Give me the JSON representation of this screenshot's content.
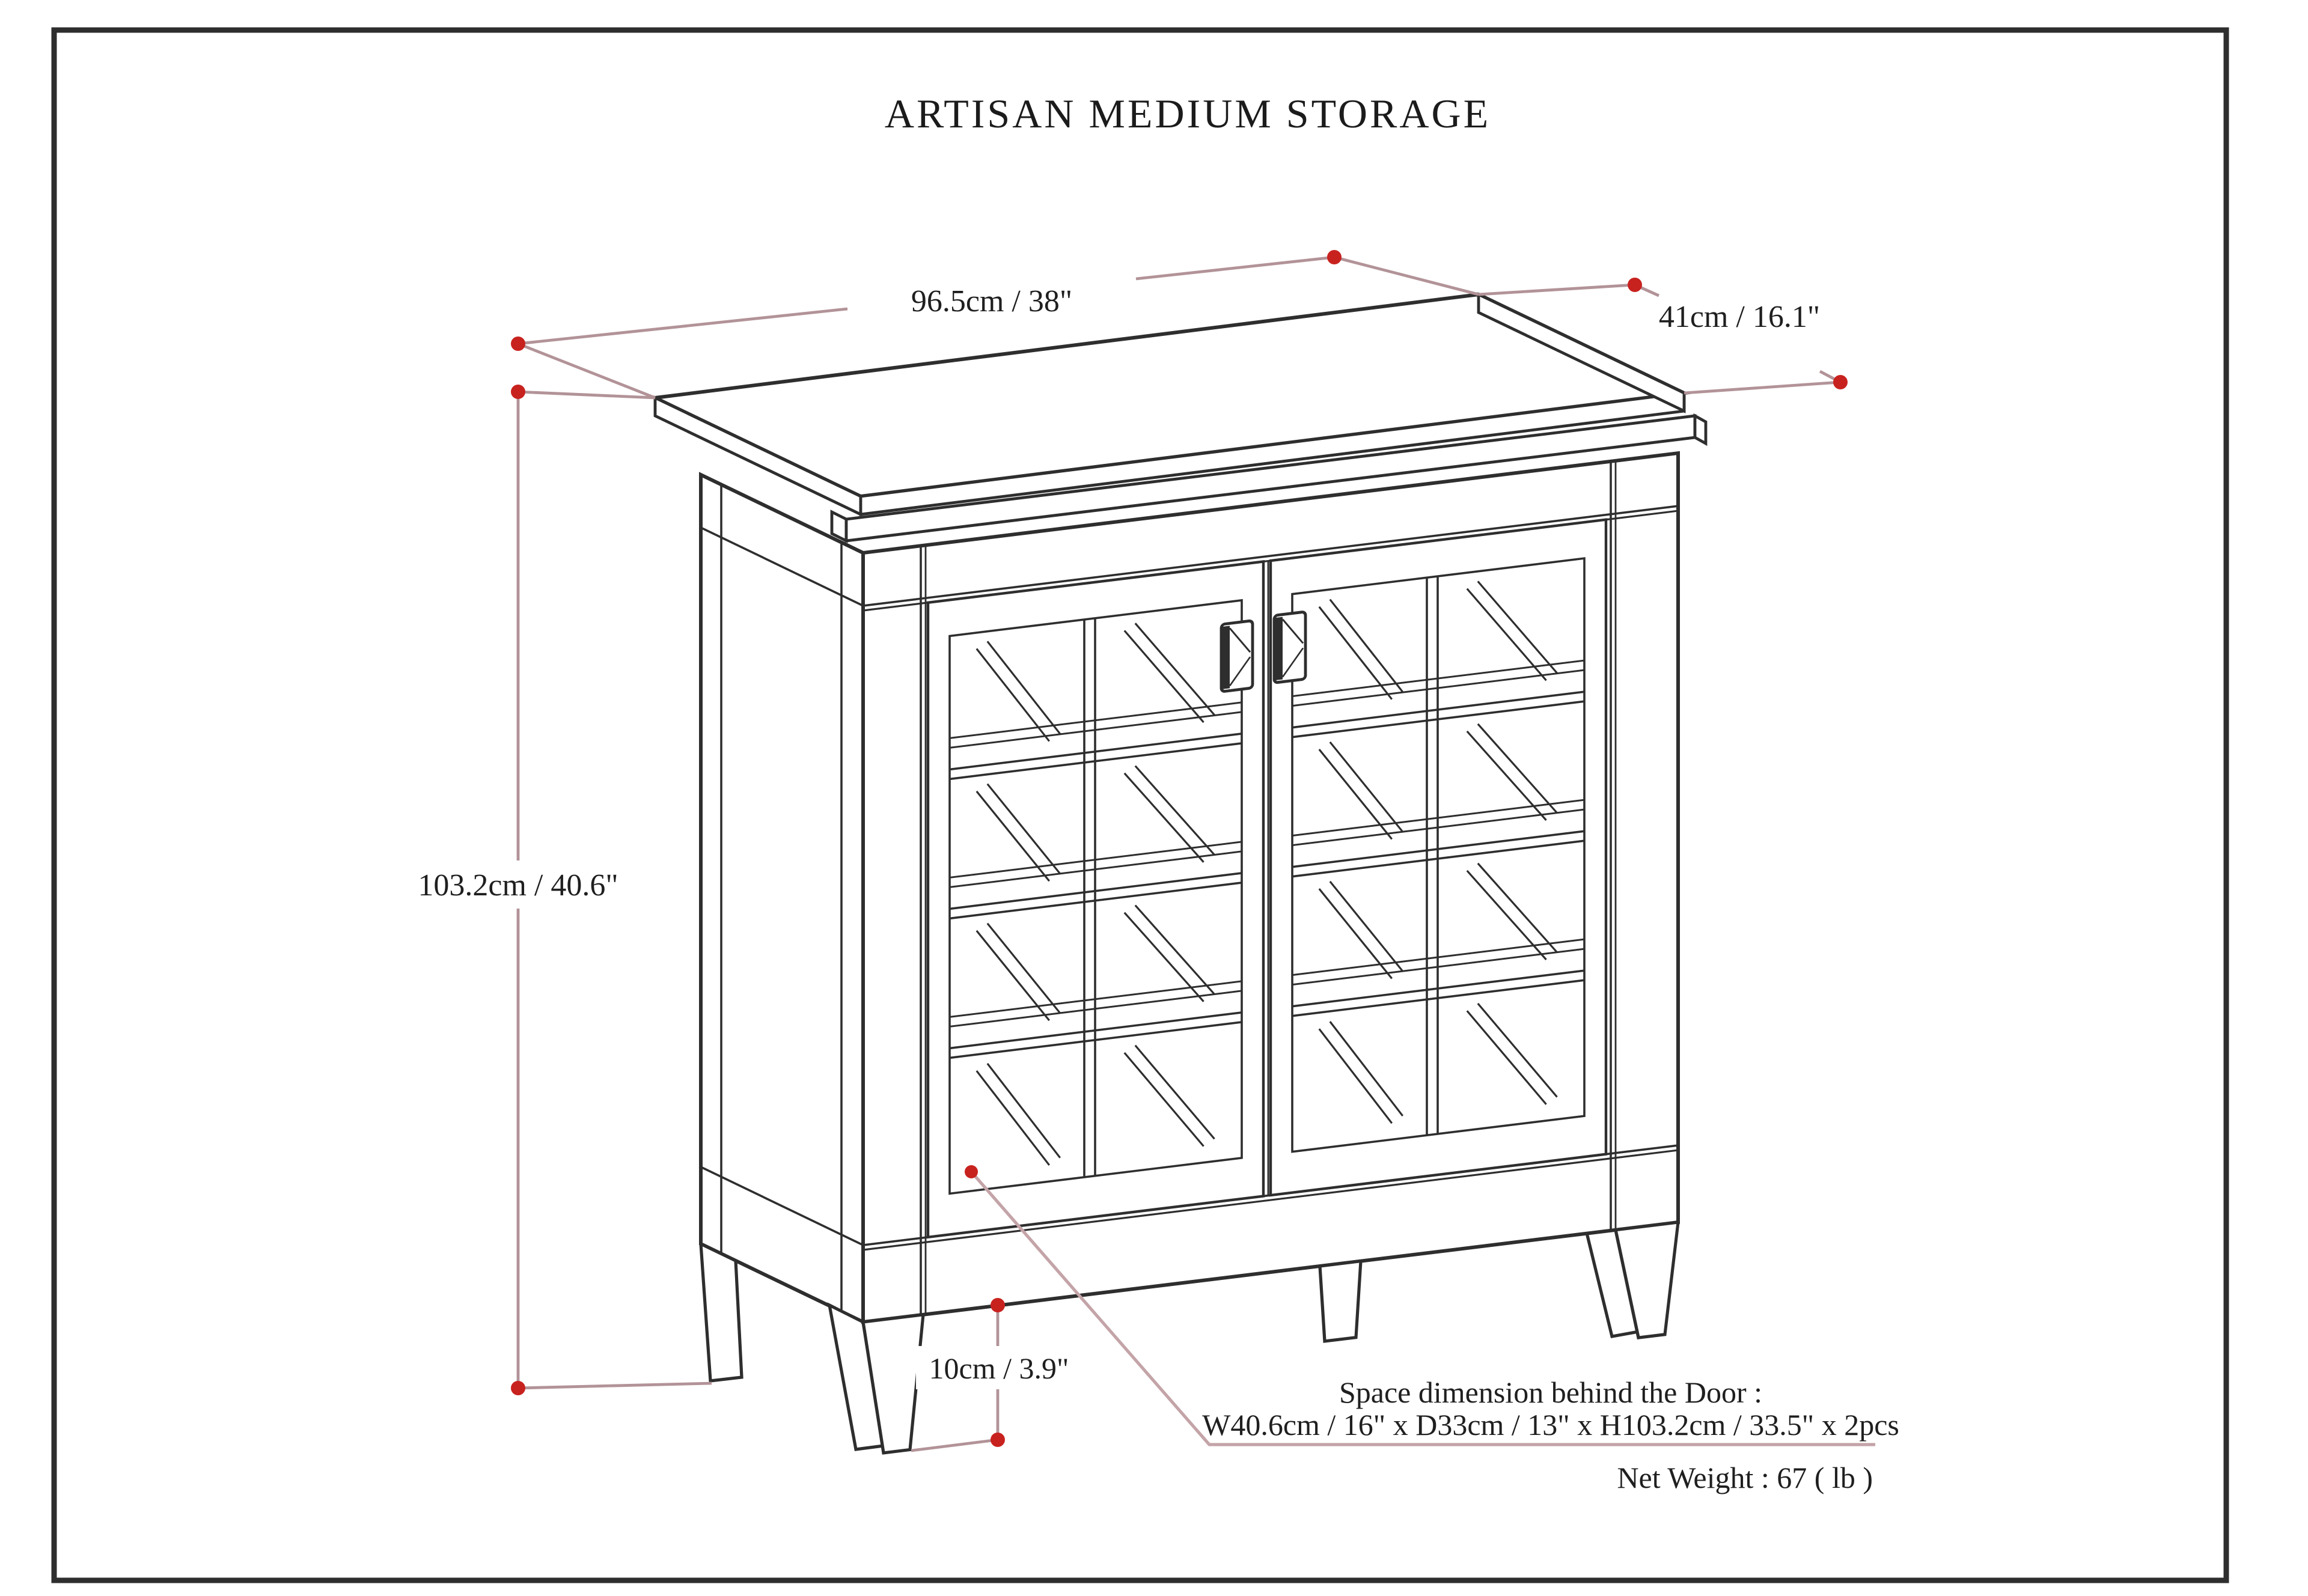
{
  "title": "ARTISAN MEDIUM STORAGE",
  "dimensions": {
    "width": "96.5cm / 38\"",
    "depth": "41cm / 16.1\"",
    "height": "103.2cm / 40.6\"",
    "leg_height": "10cm / 3.9\""
  },
  "notes": {
    "space_title": "Space dimension behind the Door :",
    "space_detail": "W40.6cm / 16\" x D33cm / 13\" x H103.2cm / 33.5\" x 2pcs",
    "net_weight": "Net Weight : 67 ( lb )"
  },
  "colors": {
    "ink": "#2e2e2e",
    "dimension_line": "#b29398",
    "marker_red": "#c8221f",
    "underline_pink": "#c4a4a8",
    "background": "#ffffff"
  }
}
